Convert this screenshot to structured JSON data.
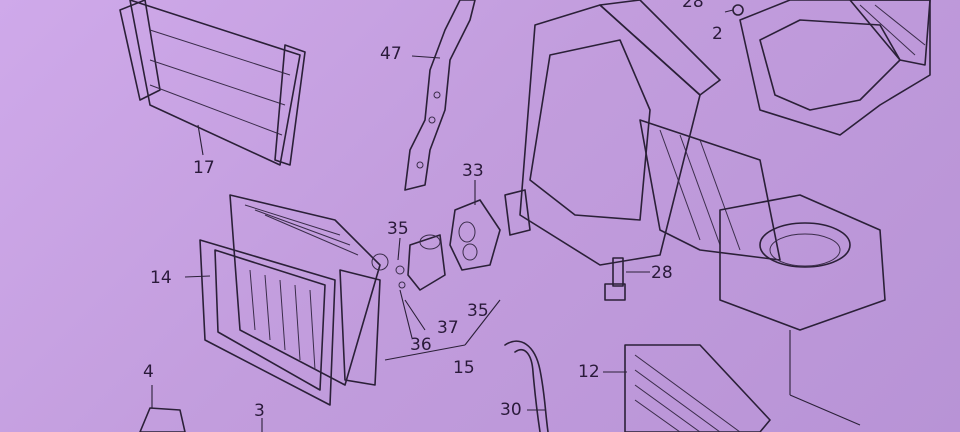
{
  "callouts": {
    "c47": "47",
    "c17": "17",
    "c33": "33",
    "c35a": "35",
    "c14": "14",
    "c28a": "28",
    "c2": "2",
    "c28b": "28",
    "c35b": "35",
    "c37": "37",
    "c36": "36",
    "c15": "15",
    "c4": "4",
    "c3": "3",
    "c12": "12",
    "c30": "30"
  }
}
